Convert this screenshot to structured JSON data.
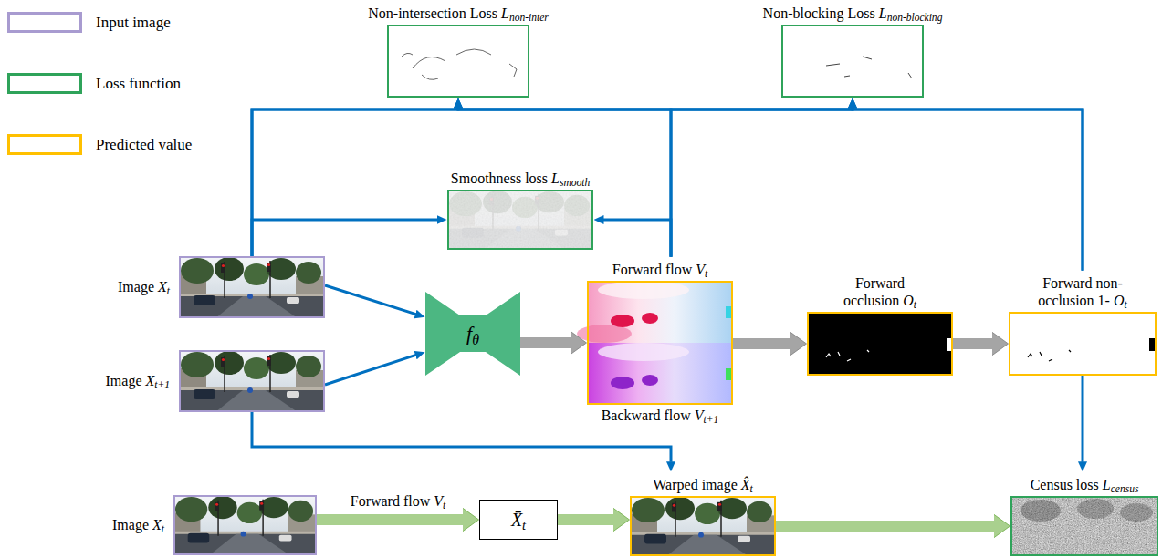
{
  "diagram": {
    "nodes": [
      {
        "text": [
          "Non-intersection Loss Lnon-inter"
        ]
      },
      {
        "text": [
          "Non-blocking Loss Lnon-blocking"
        ]
      },
      {
        "text": [
          "Smoothness loss Lsmooth"
        ]
      },
      {
        "text": [
          "Image Xt"
        ]
      },
      {
        "text": [
          "Image Xt+1"
        ]
      },
      {
        "text": [
          "fθ"
        ]
      },
      {
        "text": [
          "Forward flow Vt",
          "Backward flow Vt+1"
        ]
      },
      {
        "text": [
          "Forward occlusion Ot"
        ]
      },
      {
        "text": [
          "Forward non- occlusion 1- Ot"
        ]
      },
      {
        "text": [
          "Image Xt"
        ]
      },
      {
        "text": [
          "X̄t"
        ]
      },
      {
        "text": [
          "Warped image X̂t"
        ]
      },
      {
        "text": [
          "Census loss Lcensus"
        ]
      }
    ],
    "edges": [
      {
        "from": 3,
        "to": 5,
        "arrow": "to"
      },
      {
        "from": 4,
        "to": 5,
        "arrow": "to"
      },
      {
        "from": 5,
        "to": 6,
        "arrow": "to"
      },
      {
        "from": 6,
        "to": 7,
        "arrow": "to"
      },
      {
        "from": 7,
        "to": 8,
        "arrow": "to"
      },
      {
        "from": 3,
        "to": 0,
        "arrow": "to"
      },
      {
        "from": 3,
        "to": 1,
        "arrow": "to"
      },
      {
        "from": 6,
        "to": 0,
        "arrow": "to"
      },
      {
        "from": 6,
        "to": 1,
        "arrow": "to"
      },
      {
        "from": 8,
        "to": 0,
        "arrow": "to"
      },
      {
        "from": 8,
        "to": 1,
        "arrow": "to"
      },
      {
        "from": 3,
        "to": 2,
        "arrow": "to"
      },
      {
        "from": 6,
        "to": 2,
        "arrow": "to"
      },
      {
        "from": 4,
        "to": 11,
        "arrow": "to"
      },
      {
        "from": 9,
        "to": 10,
        "label": "Forward flow Vt",
        "arrow": "to"
      },
      {
        "from": 10,
        "to": 11,
        "arrow": "to"
      },
      {
        "from": 11,
        "to": 12,
        "arrow": "to"
      },
      {
        "from": 8,
        "to": 12,
        "arrow": "to"
      }
    ],
    "legend": [
      {
        "text": "Input image",
        "color": "#A89BD0"
      },
      {
        "text": "Loss function",
        "color": "#2FA35A"
      },
      {
        "text": "Predicted value",
        "color": "#FFC000"
      }
    ]
  }
}
